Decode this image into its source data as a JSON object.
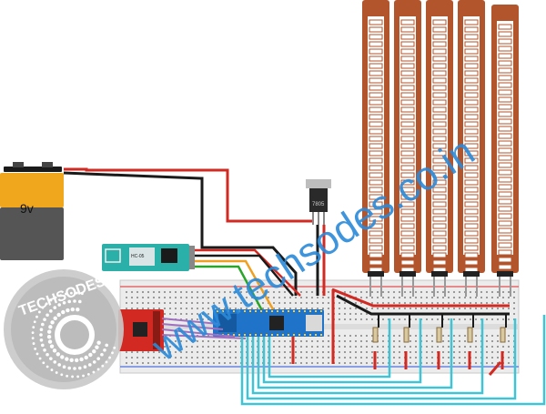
{
  "battery": {
    "label": "9v"
  },
  "bluetooth_module": {
    "label": "HC-05"
  },
  "regulator": {
    "label": "7805"
  },
  "flex_sensors": {
    "count": 5
  },
  "watermark": {
    "text": "www.techsodes.co.in"
  },
  "logo": {
    "text": "TECHSODES"
  },
  "colors": {
    "wire_red": "#d22a22",
    "wire_black": "#1a1a1a",
    "wire_cyan": "#3fc4d6",
    "wire_green": "#2aa52a",
    "wire_orange": "#f0a020",
    "wire_purple": "#a070c0",
    "sensor_body": "#b2542c",
    "arduino_blue": "#1f73c8",
    "bt_module": "#2ab0a8",
    "imu_red": "#d22a22",
    "watermark_blue": "#2b8ad8",
    "breadboard": "#efefef"
  }
}
